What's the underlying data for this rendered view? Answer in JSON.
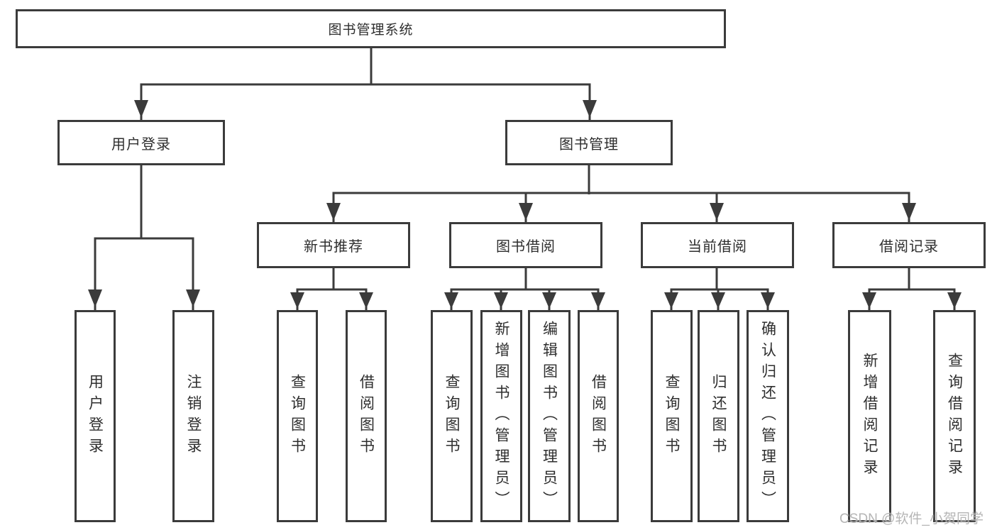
{
  "diagram": {
    "root": {
      "label": "图书管理系统",
      "children": [
        {
          "label": "用户登录",
          "children": [
            {
              "label": "用户登录"
            },
            {
              "label": "注销登录"
            }
          ]
        },
        {
          "label": "图书管理",
          "children": [
            {
              "label": "新书推荐",
              "children": [
                {
                  "label": "查询图书"
                },
                {
                  "label": "借阅图书"
                }
              ]
            },
            {
              "label": "图书借阅",
              "children": [
                {
                  "label": "查询图书"
                },
                {
                  "label": "新增图书（管理员）"
                },
                {
                  "label": "编辑图书（管理员）"
                },
                {
                  "label": "借阅图书"
                }
              ]
            },
            {
              "label": "当前借阅",
              "children": [
                {
                  "label": "查询图书"
                },
                {
                  "label": "归还图书"
                },
                {
                  "label": "确认归还（管理员）"
                }
              ]
            },
            {
              "label": "借阅记录",
              "children": [
                {
                  "label": "新增借阅记录"
                },
                {
                  "label": "查询借阅记录"
                }
              ]
            }
          ]
        }
      ]
    },
    "watermark": "CSDN @软件_小贺同学",
    "colors": {
      "line": "#3b3b3b",
      "text": "#2e2e2e",
      "background": "#ffffff",
      "watermark": "#a8a8a8"
    }
  }
}
